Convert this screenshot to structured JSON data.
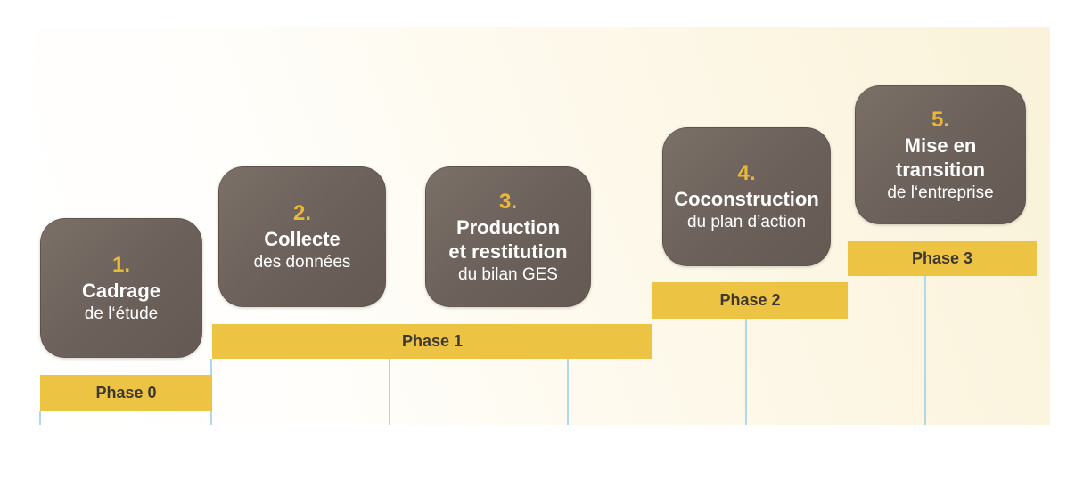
{
  "figure": {
    "kind": "process-timeline-diagram",
    "language": "fr"
  },
  "steps": [
    {
      "number": "1.",
      "title": "Cadrage",
      "title2": "",
      "subtitle": "de l‘étude"
    },
    {
      "number": "2.",
      "title": "Collecte",
      "title2": "",
      "subtitle": "des données"
    },
    {
      "number": "3.",
      "title": "Production",
      "title2": "et restitution",
      "subtitle": "du bilan GES"
    },
    {
      "number": "4.",
      "title": "Coconstruction",
      "title2": "",
      "subtitle": "du plan d’action"
    },
    {
      "number": "5.",
      "title": "Mise en",
      "title2": "transition",
      "subtitle": "de l‘entreprise"
    }
  ],
  "phases": [
    {
      "label": "Phase 0"
    },
    {
      "label": "Phase 1"
    },
    {
      "label": "Phase 2"
    },
    {
      "label": "Phase 3"
    }
  ],
  "colors": {
    "step_box_fill": "#6b605a",
    "step_number": "#ecb935",
    "step_text": "#ffffff",
    "phase_bar_fill": "#edc344",
    "phase_bar_text": "#3e3833",
    "gridline": "#aed9ea",
    "panel_cream": "#faf2d9",
    "background": "#ffffff"
  }
}
